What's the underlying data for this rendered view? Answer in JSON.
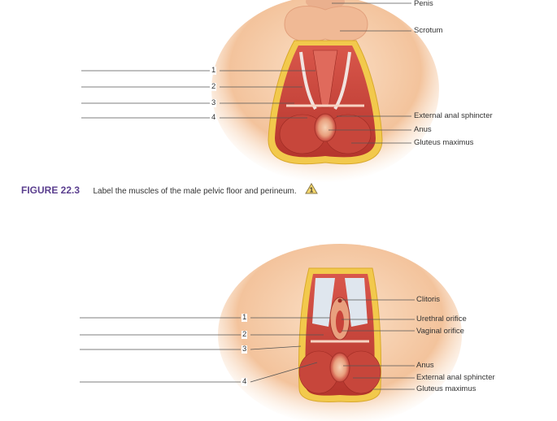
{
  "figure_top": {
    "labels": [
      "Penis",
      "Scrotum",
      "External anal sphincter",
      "Anus",
      "Gluteus maximus"
    ],
    "blanks": [
      "1",
      "2",
      "3",
      "4"
    ]
  },
  "caption": {
    "number": "FIGURE 22.3",
    "text": "Label the muscles of the male pelvic floor and perineum.",
    "icon_text": "1"
  },
  "figure_bottom": {
    "labels": [
      "Clitoris",
      "Urethral orifice",
      "Vaginal orifice",
      "Anus",
      "External anal sphincter",
      "Gluteus maximus"
    ],
    "blanks": [
      "1",
      "2",
      "3",
      "4"
    ]
  },
  "colors": {
    "muscle": "#c8433a",
    "skin": "#f4c9a4",
    "fat": "#f2c94c",
    "caption_accent": "#5b3f8f"
  }
}
